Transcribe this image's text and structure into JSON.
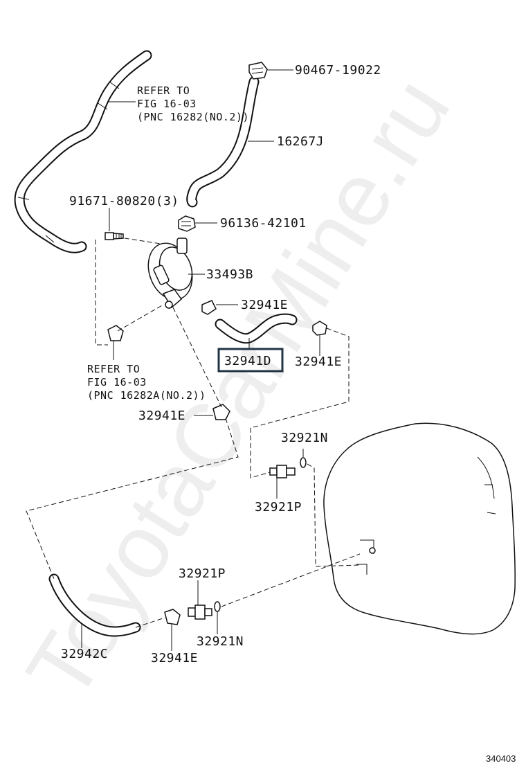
{
  "labels": {
    "refer_top_1": "REFER TO",
    "refer_top_2": "FIG 16-03",
    "refer_top_3": "(PNC 16282(NO.2))",
    "p90467": "90467-19022",
    "p16267J": "16267J",
    "p91671": "91671-80820(3)",
    "p96136": "96136-42101",
    "p33493B": "33493B",
    "p32941E_a": "32941E",
    "p32941D": "32941D",
    "p32941E_b": "32941E",
    "refer_mid_1": "REFER TO",
    "refer_mid_2": "FIG 16-03",
    "refer_mid_3": "(PNC 16282A(NO.2))",
    "p32941E_c": "32941E",
    "p32921N_a": "32921N",
    "p32921P_a": "32921P",
    "p32921P_b": "32921P",
    "p32942C": "32942C",
    "p32921N_b": "32921N",
    "p32941E_d": "32941E"
  },
  "figure_number": "340403",
  "watermark": "ToyotaCarMine.ru",
  "colors": {
    "highlight_box": "#223344",
    "line": "#111111"
  }
}
